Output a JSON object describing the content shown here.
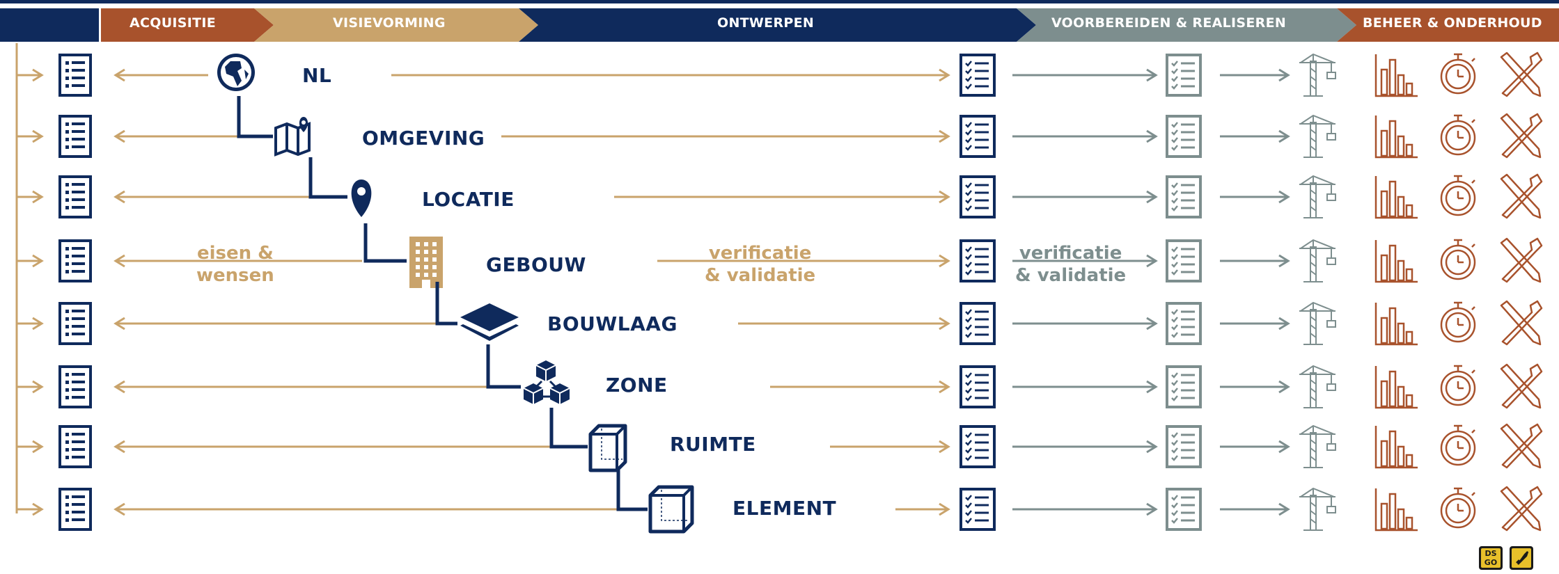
{
  "phases": [
    {
      "label": "ACQUISITIE",
      "color": "#a8522c"
    },
    {
      "label": "VISIEVORMING",
      "color": "#c9a36b"
    },
    {
      "label": "ONTWERPEN",
      "color": "#0f2a5c"
    },
    {
      "label": "VOORBEREIDEN & REALISEREN",
      "color": "#7d8e8e"
    },
    {
      "label": "BEHEER & ONDERHOUD",
      "color": "#a8522c"
    }
  ],
  "levels": [
    {
      "label": "NL",
      "icon": "globe-icon"
    },
    {
      "label": "OMGEVING",
      "icon": "map-icon"
    },
    {
      "label": "LOCATIE",
      "icon": "location-pin-icon"
    },
    {
      "label": "GEBOUW",
      "icon": "building-icon"
    },
    {
      "label": "BOUWLAAG",
      "icon": "layers-icon"
    },
    {
      "label": "ZONE",
      "icon": "cubes-icon"
    },
    {
      "label": "RUIMTE",
      "icon": "cube-icon"
    },
    {
      "label": "ELEMENT",
      "icon": "box-icon"
    }
  ],
  "annotations": {
    "requirements": [
      "eisen &",
      "wensen"
    ],
    "verification_design": [
      "verificatie",
      "& validatie"
    ],
    "verification_realisation": [
      "verificatie",
      "& validatie"
    ]
  },
  "column_icons": [
    "list-icon",
    "checklist-icon",
    "checklist-icon",
    "crane-icon",
    "bar-chart-icon",
    "stopwatch-icon",
    "tools-icon"
  ],
  "logos": [
    {
      "label": "DS GO",
      "icon": "dsgo-logo"
    },
    {
      "label": "",
      "icon": "rocket-logo"
    }
  ],
  "colors": {
    "navy": "#0f2a5c",
    "gold": "#c9a36b",
    "gray": "#7d8e8e",
    "rust": "#a8522c"
  }
}
